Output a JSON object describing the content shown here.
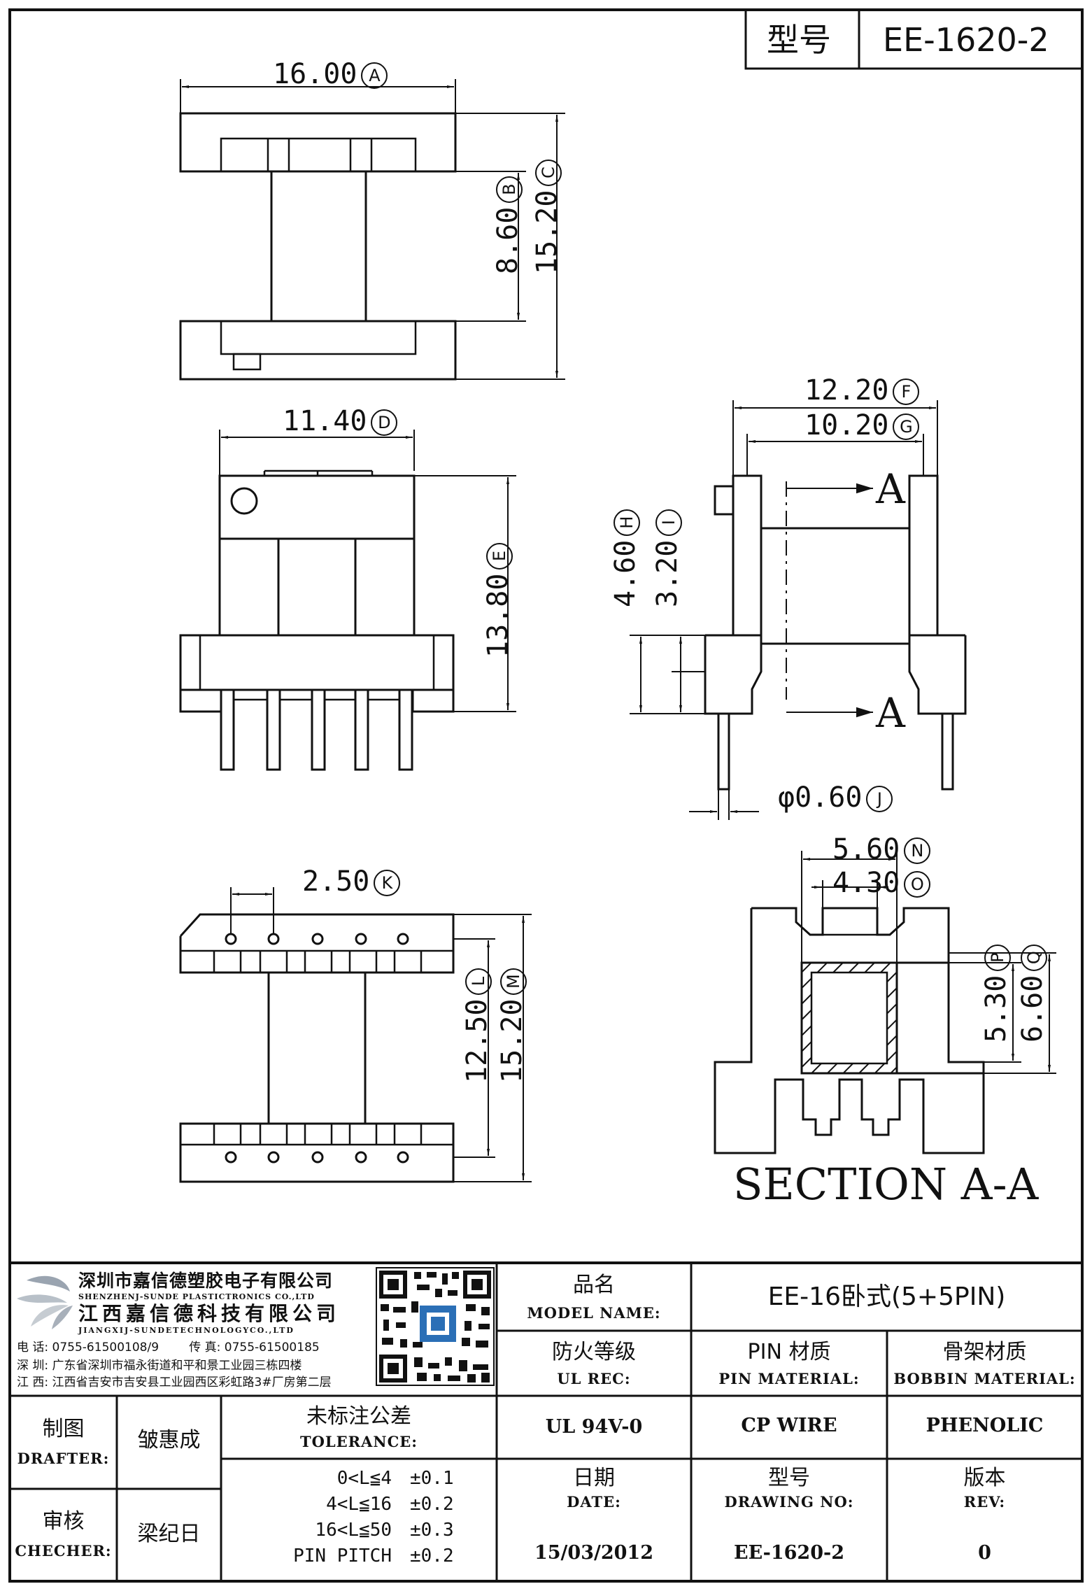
{
  "header": {
    "model_label": "型号",
    "model_value": "EE-1620-2"
  },
  "dimensions": {
    "a": {
      "value": "16.00",
      "mark": "A"
    },
    "b": {
      "value": "8.60",
      "mark": "B"
    },
    "c": {
      "value": "15.20",
      "mark": "C"
    },
    "d": {
      "value": "11.40",
      "mark": "D"
    },
    "e": {
      "value": "13.80",
      "mark": "E"
    },
    "f": {
      "value": "12.20",
      "mark": "F"
    },
    "g": {
      "value": "10.20",
      "mark": "G"
    },
    "h": {
      "value": "4.60",
      "mark": "H"
    },
    "i": {
      "value": "3.20",
      "mark": "I"
    },
    "j": {
      "value": "φ0.60",
      "mark": "J"
    },
    "k": {
      "value": "2.50",
      "mark": "K"
    },
    "l": {
      "value": "12.50",
      "mark": "L"
    },
    "m": {
      "value": "15.20",
      "mark": "M"
    },
    "n": {
      "value": "5.60",
      "mark": "N"
    },
    "o": {
      "value": "4.30",
      "mark": "O"
    },
    "p": {
      "value": "5.30",
      "mark": "P"
    },
    "q": {
      "value": "6.60",
      "mark": "Q"
    }
  },
  "section": {
    "arrow_label": "A",
    "title": "SECTION A-A"
  },
  "company": {
    "name_cn_1": "深圳市嘉信德塑胶电子有限公司",
    "name_en_1": "SHENZHENJ-SUNDE PLASTICTRONICS CO.,LTD",
    "name_cn_2": "江西嘉信德科技有限公司",
    "name_en_2": "JIANGXIJ-SUNDETECHNOLOGYCO.,LTD",
    "phone_line": "电 话: 0755-61500108/9        传 真: 0755-61500185",
    "addr_sz": "深 圳: 广东省深圳市福永街道和平和景工业园三栋四楼",
    "addr_jx": "江 西: 江西省吉安市吉安县工业园西区彩虹路3#厂房第二层"
  },
  "title_block": {
    "model_name_cn": "品名",
    "model_name_en": "MODEL NAME:",
    "model_name_value": "EE-16卧式(5+5PIN)",
    "ul_cn": "防火等级",
    "ul_en": "UL REC:",
    "ul_value": "UL 94V-0",
    "pin_cn": "PIN 材质",
    "pin_en": "PIN MATERIAL:",
    "pin_value": "CP WIRE",
    "bobbin_cn": "骨架材质",
    "bobbin_en": "BOBBIN MATERIAL:",
    "bobbin_value": "PHENOLIC",
    "date_cn": "日期",
    "date_en": "DATE:",
    "date_value": "15/03/2012",
    "drawing_cn": "型号",
    "drawing_en": "DRAWING NO:",
    "drawing_value": "EE-1620-2",
    "rev_cn": "版本",
    "rev_en": "REV:",
    "rev_value": "0",
    "drafter_cn": "制图",
    "drafter_en": "DRAFTER:",
    "drafter_name": "皱惠成",
    "checker_cn": "审核",
    "checker_en": "CHECHER:",
    "checker_name": "梁纪日",
    "tolerance_cn": "未标注公差",
    "tolerance_en": "TOLERANCE:",
    "tolerance_rows": [
      {
        "range": "0<L≦4",
        "value": "±0.1"
      },
      {
        "range": "4<L≦16",
        "value": "±0.2"
      },
      {
        "range": "16<L≦50",
        "value": "±0.3"
      },
      {
        "range": "PIN PITCH",
        "value": "±0.2"
      }
    ]
  }
}
